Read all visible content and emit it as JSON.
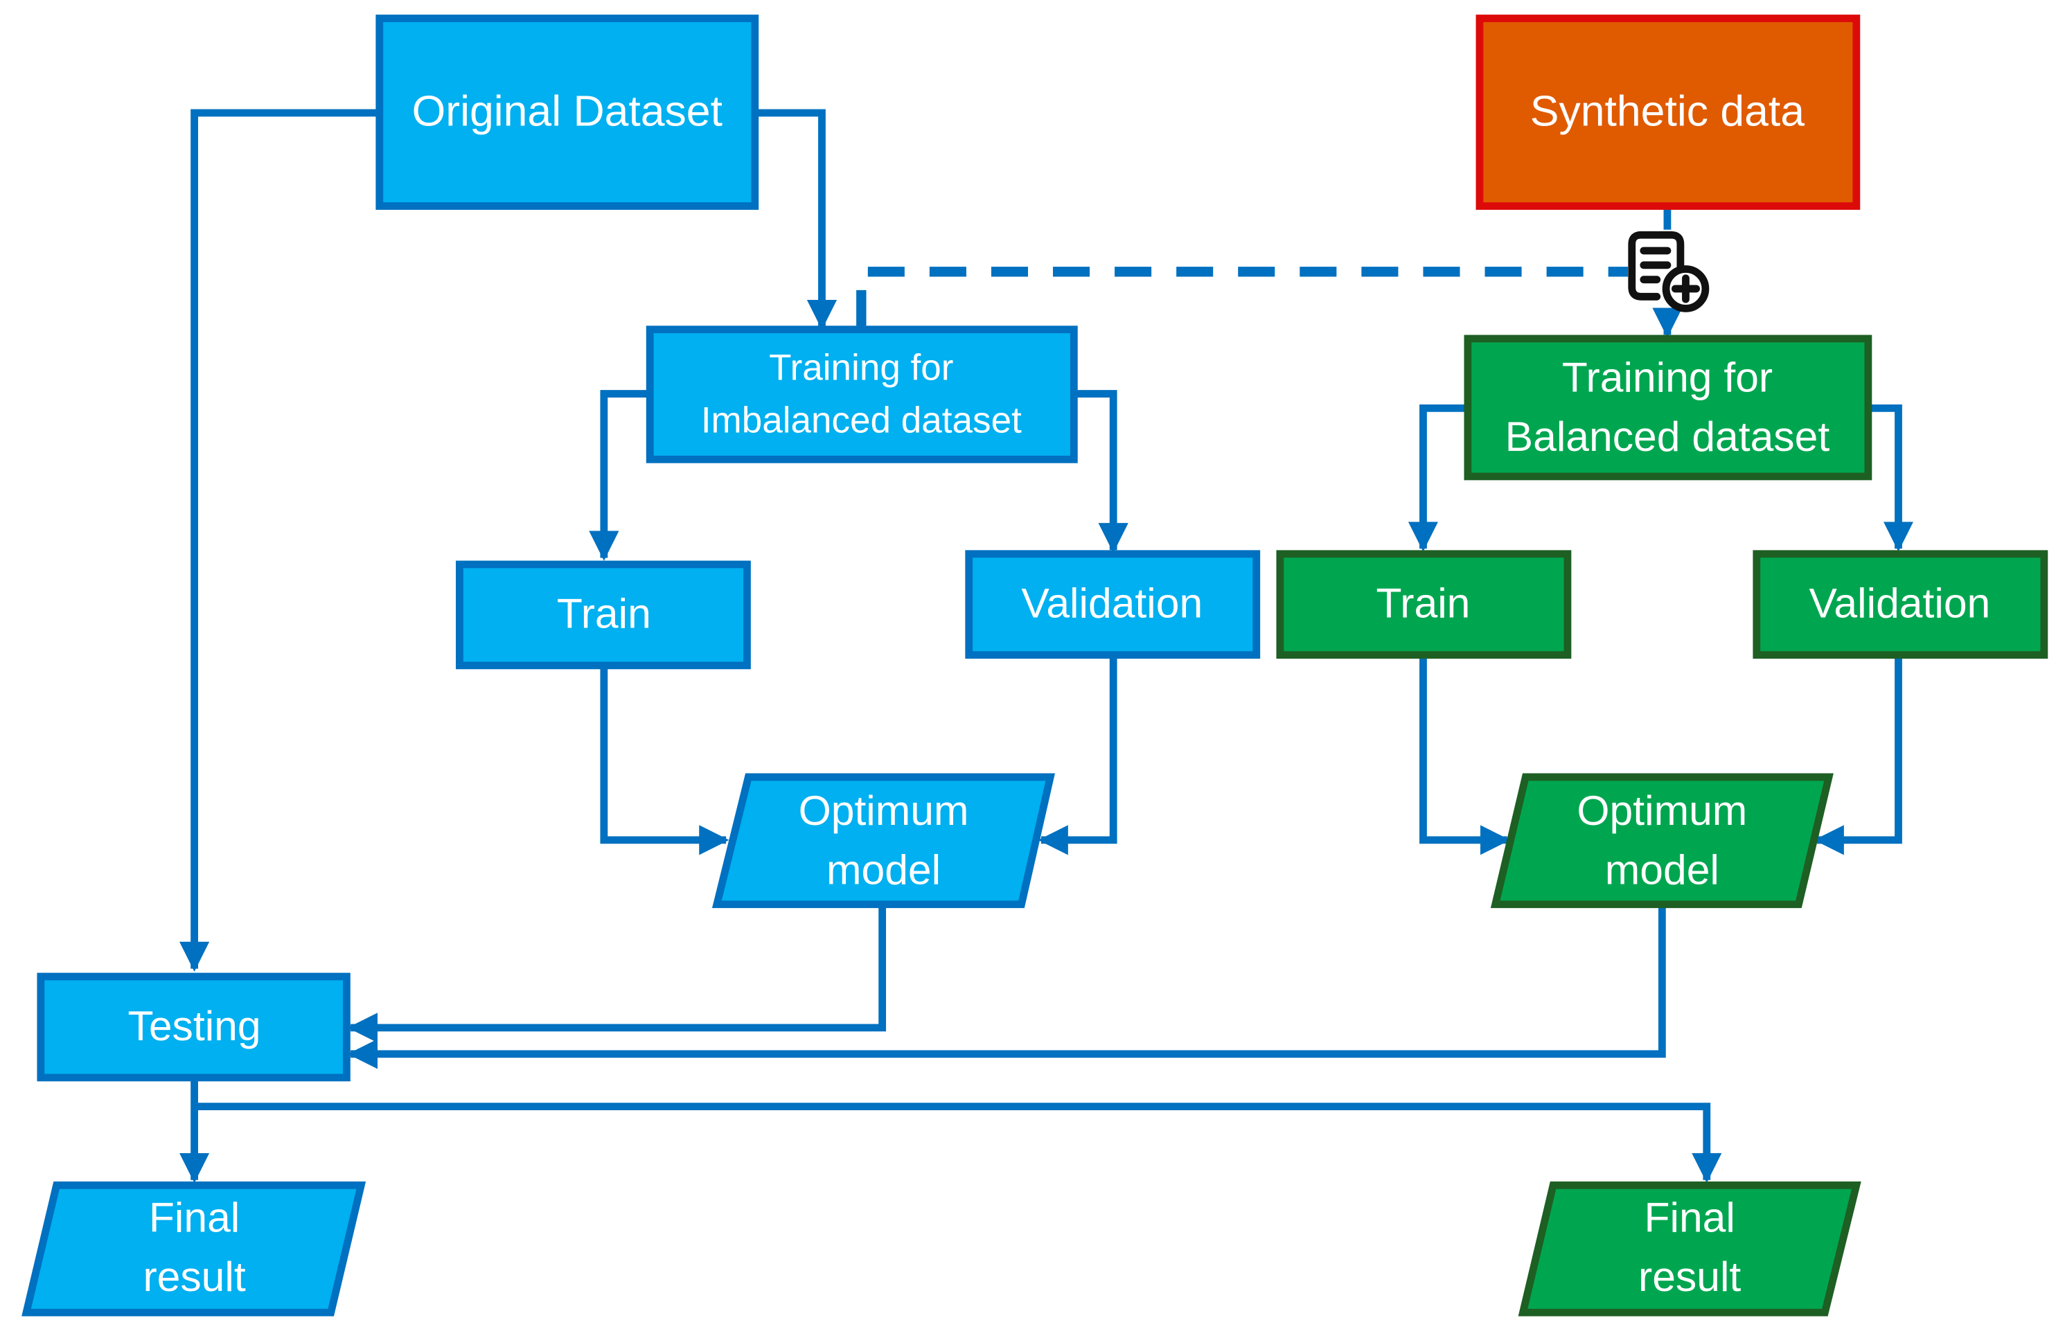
{
  "nodes": {
    "original_dataset": "Original Dataset",
    "synthetic_data": "Synthetic data",
    "training_imbalanced": [
      "Training for",
      "Imbalanced dataset"
    ],
    "training_balanced": [
      "Training for",
      "Balanced dataset"
    ],
    "train_imbalanced": "Train",
    "validation_imbalanced": "Validation",
    "train_balanced": "Train",
    "validation_balanced": "Validation",
    "optimum_imbalanced": [
      "Optimum",
      "model"
    ],
    "optimum_balanced": [
      "Optimum",
      "model"
    ],
    "testing": "Testing",
    "final_imbalanced": [
      "Final",
      "result"
    ],
    "final_balanced": [
      "Final",
      "result"
    ]
  },
  "icons": {
    "add_data": "document-add-icon"
  },
  "colors": {
    "blue_fill": "#00b0f0",
    "blue_stroke": "#0070c0",
    "green_fill": "#00a64f",
    "green_stroke": "#1e5f23",
    "synthetic_fill": "#e05a00",
    "synthetic_stroke": "#dd0a0a",
    "connector": "#0070c0"
  }
}
